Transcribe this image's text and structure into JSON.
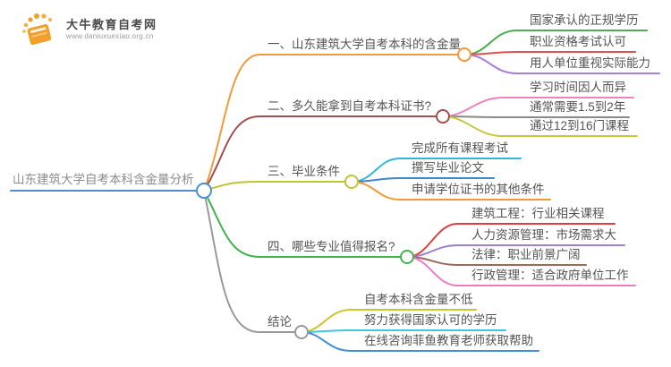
{
  "logo": {
    "title": "大牛教育自考网",
    "url": "www.daniuxuexiao.org.cn",
    "brand_color": "#f2a02c"
  },
  "root": {
    "label": "山东建筑大学自考本科含金量分析",
    "color": "#4a90d2"
  },
  "branches": [
    {
      "label": "一、山东建筑大学自考本科的含金量",
      "color": "#f39a3a",
      "children": [
        {
          "label": "国家承认的正规学历",
          "color": "#4cae4f"
        },
        {
          "label": "职业资格考试认可",
          "color": "#e05252"
        },
        {
          "label": "用人单位重视实际能力",
          "color": "#a87fd8"
        }
      ]
    },
    {
      "label": "二、多久能拿到自考本科证书?",
      "color": "#a05050",
      "children": [
        {
          "label": "学习时间因人而异",
          "color": "#ef82be"
        },
        {
          "label": "通常需要1.5到2年",
          "color": "#8a8a8a"
        },
        {
          "label": "通过12到16门课程",
          "color": "#c9c73b"
        }
      ]
    },
    {
      "label": "三、毕业条件",
      "color": "#bfc437",
      "children": [
        {
          "label": "完成所有课程考试",
          "color": "#30b8d8"
        },
        {
          "label": "撰写毕业论文",
          "color": "#3f87cf"
        },
        {
          "label": "申请学位证书的其他条件",
          "color": "#f79738"
        }
      ]
    },
    {
      "label": "四、哪些专业值得报名?",
      "color": "#41b44e",
      "children": [
        {
          "label": "建筑工程：行业相关课程",
          "color": "#e03e3e"
        },
        {
          "label": "人力资源管理：市场需求大",
          "color": "#a080d0"
        },
        {
          "label": "法律：职业前景广阔",
          "color": "#9a6a5a"
        },
        {
          "label": "行政管理：适合政府单位工作",
          "color": "#ef7ac9"
        }
      ]
    },
    {
      "label": "结论",
      "color": "#9a9a9a",
      "children": [
        {
          "label": "自考本科含金量不低",
          "color": "#cfc32e"
        },
        {
          "label": "努力获得国家认可的学历",
          "color": "#3fc8e0"
        },
        {
          "label": "在线咨询菲鱼教育老师获取帮助",
          "color": "#3f8fd4"
        }
      ]
    }
  ]
}
